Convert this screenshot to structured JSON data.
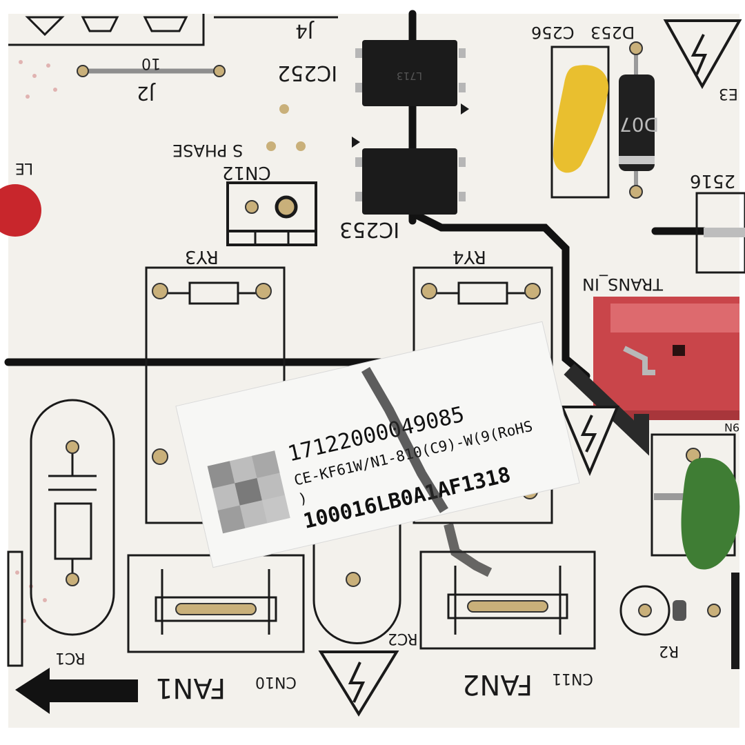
{
  "colors": {
    "board": "#f3f1ec",
    "silkscreen": "#1a1a1a",
    "trace": "#121212",
    "pad": "#c9b07a",
    "chip": "#1b1b1b",
    "yellow_cap": "#e9bf2f",
    "red_connector": "#c9454a",
    "red_led": "#c8262c",
    "green_part": "#3f7d34",
    "label": "#f7f7f5"
  },
  "silkscreen": {
    "j4": "J4",
    "j2": "J2",
    "j2b": "10",
    "ic252": "IC252",
    "ic253": "IC253",
    "s_phase": "S PHASE",
    "cn12": "CN12",
    "d253": "D253",
    "c256": "C256",
    "d07": "D07",
    "c2516": "2516",
    "ry3": "RY3",
    "ry4": "RY4",
    "trans_in": "TRANS_IN",
    "rc1": "RC1",
    "rc2": "RC2",
    "fan1": "FAN1",
    "fan2": "FAN2",
    "cn10": "CN10",
    "cn11": "CN11",
    "r2": "R2",
    "le": "LE",
    "e3": "E3"
  },
  "sticker": {
    "line1": "17122000049085",
    "line2": "CE-KF61W/N1-810(C9)-W(9(RoHS",
    "line3": ")",
    "line4": "100016LB0A1AF1318"
  },
  "icons": [
    "high-voltage-warning-icon",
    "arrow-left-icon"
  ]
}
